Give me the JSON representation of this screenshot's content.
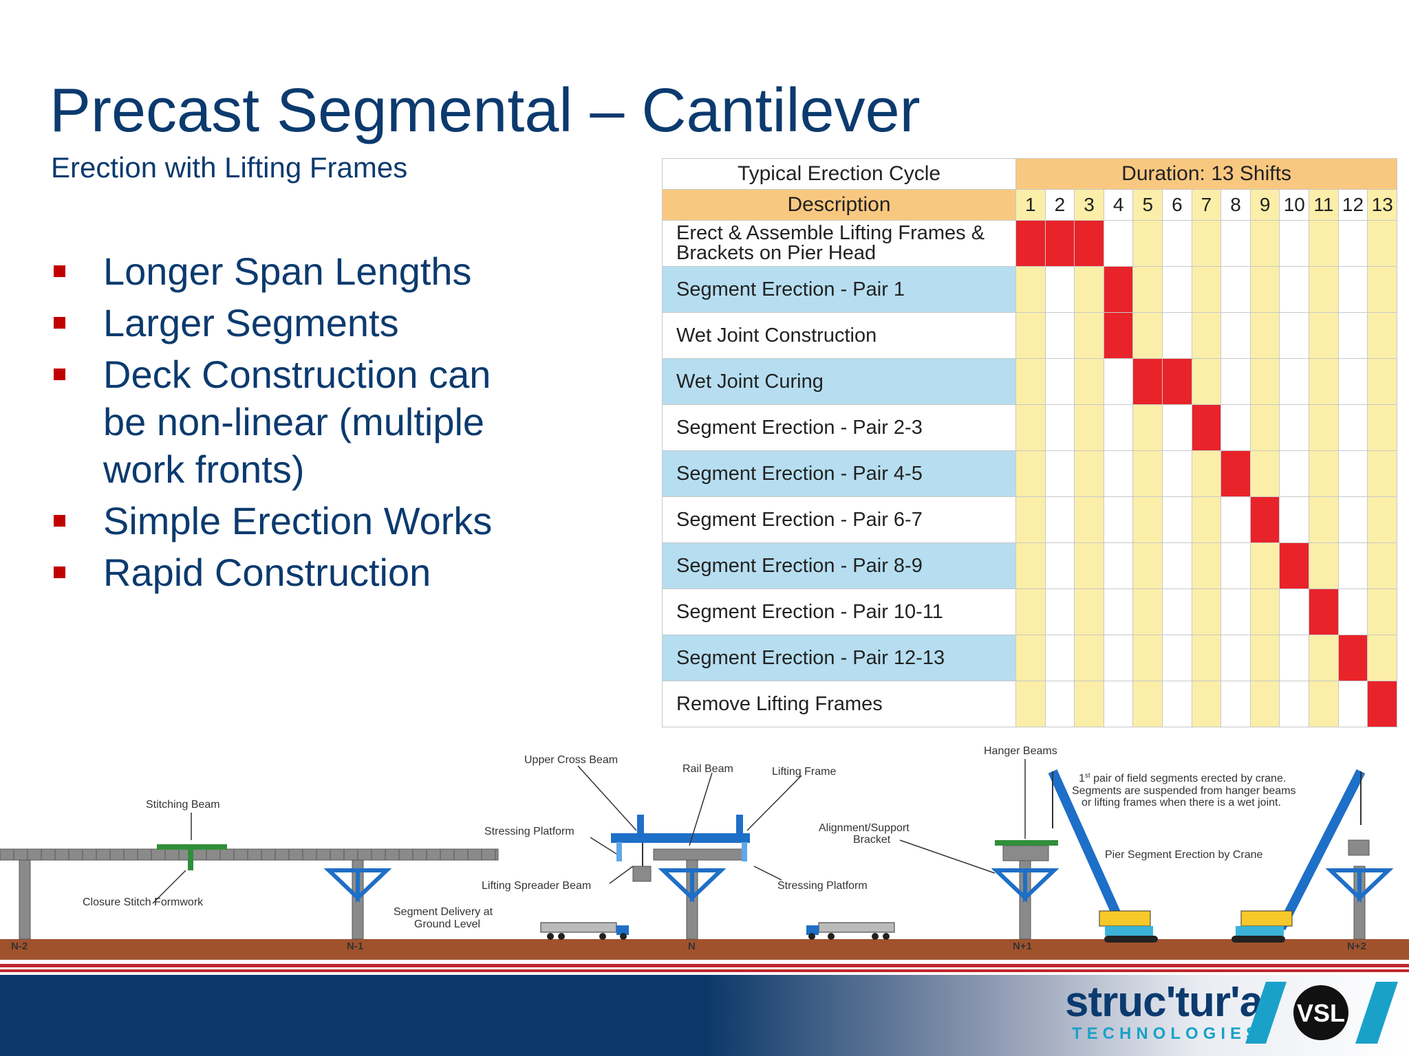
{
  "slide": {
    "title": "Precast Segmental – Cantilever",
    "subtitle": "Erection with Lifting Frames",
    "bullets": [
      "Longer Span Lengths",
      "Larger Segments",
      "Deck Construction can be non-linear (multiple work fronts)",
      "Simple Erection Works",
      "Rapid Construction"
    ]
  },
  "gantt": {
    "cycle_label": "Typical Erection Cycle",
    "duration_label": "Duration: 13 Shifts",
    "description_label": "Description",
    "shifts": [
      "1",
      "2",
      "3",
      "4",
      "5",
      "6",
      "7",
      "8",
      "9",
      "10",
      "11",
      "12",
      "13"
    ],
    "tasks": [
      {
        "label_lines": [
          "Erect & Assemble Lifting Frames &",
          "Brackets on Pier Head"
        ],
        "start": 1,
        "end": 3
      },
      {
        "label_lines": [
          "Segment Erection - Pair 1"
        ],
        "start": 4,
        "end": 4
      },
      {
        "label_lines": [
          "Wet Joint Construction"
        ],
        "start": 4,
        "end": 4
      },
      {
        "label_lines": [
          "Wet Joint Curing"
        ],
        "start": 5,
        "end": 6
      },
      {
        "label_lines": [
          "Segment Erection - Pair 2-3"
        ],
        "start": 7,
        "end": 7
      },
      {
        "label_lines": [
          "Segment Erection - Pair 4-5"
        ],
        "start": 8,
        "end": 8
      },
      {
        "label_lines": [
          "Segment Erection - Pair 6-7"
        ],
        "start": 9,
        "end": 9
      },
      {
        "label_lines": [
          "Segment Erection - Pair 8-9"
        ],
        "start": 10,
        "end": 10
      },
      {
        "label_lines": [
          "Segment Erection - Pair 10-11"
        ],
        "start": 11,
        "end": 11
      },
      {
        "label_lines": [
          "Segment Erection - Pair 12-13"
        ],
        "start": 12,
        "end": 12
      },
      {
        "label_lines": [
          "Remove Lifting Frames"
        ],
        "start": 13,
        "end": 13
      }
    ],
    "colors": {
      "bar": "#e8232a",
      "header": "#f9c880",
      "shade": "#fbeea8",
      "row_alt": "#b6def0"
    }
  },
  "diagram": {
    "labels": {
      "stitching_beam": "Stitching  Beam",
      "closure_stitch": "Closure Stitch Formwork",
      "upper_cross_beam": "Upper Cross Beam",
      "rail_beam": "Rail Beam",
      "lifting_frame": "Lifting Frame",
      "stressing_platform_left": "Stressing Platform",
      "lifting_spreader": "Lifting Spreader Beam",
      "stressing_platform_right": "Stressing Platform",
      "segment_delivery_1": "Segment Delivery at",
      "segment_delivery_2": "Ground Level",
      "hanger_beams": "Hanger Beams",
      "alignment_1": "Alignment/Support",
      "alignment_2": "Bracket",
      "note_sup": "st",
      "note_1a": "1",
      "note_1b": " pair of field segments erected by crane.",
      "note_2": "Segments are suspended from hanger beams",
      "note_3": "or lifting frames when there is a wet joint.",
      "pier_crane": "Pier Segment Erection by Crane"
    },
    "piers": [
      "N-2",
      "N-1",
      "N",
      "N+1",
      "N+2"
    ]
  },
  "footer": {
    "brand_name": "struc'tur'al",
    "brand_sub": "TECHNOLOGIES",
    "vsl": "VSL"
  }
}
